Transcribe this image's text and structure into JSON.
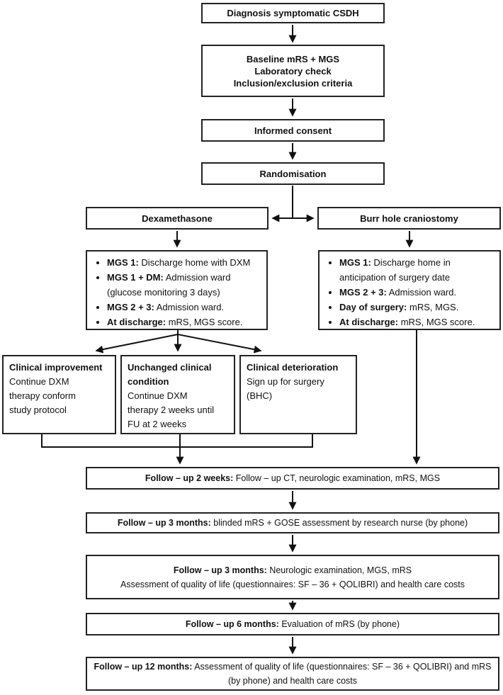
{
  "colors": {
    "border": "#232323",
    "line": "#111111",
    "background": "#ffffff",
    "text": "#111111"
  },
  "flow": {
    "diagnosis": "Diagnosis symptomatic CSDH",
    "baseline": "Baseline mRS + MGS\nLaboratory check\nInclusion/exclusion criteria",
    "consent": "Informed consent",
    "randomisation": "Randomisation",
    "arm_left": "Dexamethasone",
    "arm_right": "Burr hole craniostomy",
    "dexa_bullets": [
      {
        "label": "MGS 1:",
        "text": "Discharge home with DXM"
      },
      {
        "label": "MGS 1 + DM:",
        "text": "Admission ward (glucose monitoring 3 days)"
      },
      {
        "label": "MGS 2 + 3:",
        "text": "Admission ward."
      },
      {
        "label": "At discharge:",
        "text": "mRS, MGS score."
      }
    ],
    "burr_bullets": [
      {
        "label": "MGS 1:",
        "text": "Discharge home in anticipation of surgery date"
      },
      {
        "label": "MGS 2 + 3:",
        "text": "Admission ward."
      },
      {
        "label": "Day of surgery:",
        "text": "mRS, MGS."
      },
      {
        "label": "At discharge:",
        "text": "mRS, MGS score."
      }
    ],
    "outcomes": [
      {
        "title": "Clinical improvement",
        "body": "Continue DXM\ntherapy conform\nstudy protocol"
      },
      {
        "title": "Unchanged clinical\ncondition",
        "body": "Continue DXM\ntherapy 2 weeks until\nFU at 2 weeks"
      },
      {
        "title": "Clinical deterioration",
        "body": "Sign up for surgery\n(BHC)"
      }
    ],
    "followups": [
      {
        "label": "Follow – up 2 weeks:",
        "text": "Follow – up CT, neurologic examination, mRS, MGS"
      },
      {
        "label": "Follow – up 3 months:",
        "text": "blinded mRS + GOSE assessment by research nurse (by phone)"
      },
      {
        "label": "Follow – up 3 months:",
        "text": "Neurologic examination, MGS, mRS",
        "line2": "Assessment of quality of life (questionnaires: SF – 36 + QOLIBRI) and health care costs"
      },
      {
        "label": "Follow – up 6 months:",
        "text": "Evaluation of mRS (by phone)"
      },
      {
        "label": "Follow – up 12 months:",
        "text": "Assessment of quality of life (questionnaires: SF – 36 + QOLIBRI) and mRS (by phone) and health care costs"
      }
    ]
  }
}
